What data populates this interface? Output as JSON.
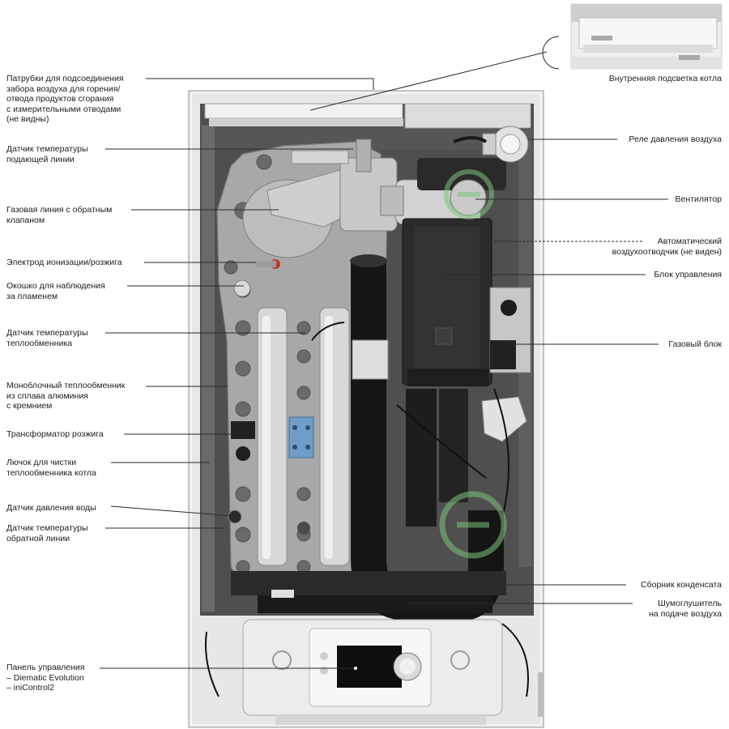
{
  "labels_left": [
    {
      "id": "air-supply-pipes",
      "text": "Патрубки для подсоединения\nзабора воздуха для горения/\nотвода продуктов сгорания\nс измерительными отводами\n(не видны)"
    },
    {
      "id": "flow-temp-sensor",
      "text": "Датчик температуры\nподающей линии"
    },
    {
      "id": "gas-line",
      "text": "Газовая линия с обратным\nклапаном"
    },
    {
      "id": "ignition-electrode",
      "text": "Электрод ионизации/розжига"
    },
    {
      "id": "flame-window",
      "text": "Окошко для наблюдения\nза пламенем"
    },
    {
      "id": "hx-temp-sensor",
      "text": "Датчик температуры\nтеплообменника"
    },
    {
      "id": "heat-exchanger",
      "text": "Моноблочный теплообменник\nиз сплава алюминия\nс кремнием"
    },
    {
      "id": "ignition-transformer",
      "text": "Трансформатор розжига"
    },
    {
      "id": "cleaning-hatch",
      "text": "Лючок для чистки\nтеплообменника котла"
    },
    {
      "id": "water-pressure-sensor",
      "text": "Датчик давления воды"
    },
    {
      "id": "return-temp-sensor",
      "text": "Датчик температуры\nобратной линии"
    },
    {
      "id": "control-panel",
      "text": "Панель управления\n– Diematic Evolution\n– iniControl2"
    }
  ],
  "labels_right": [
    {
      "id": "internal-light",
      "text": "Внутренняя подсветка котла"
    },
    {
      "id": "air-pressure-relay",
      "text": "Реле давления воздуха"
    },
    {
      "id": "fan",
      "text": "Вентилятор"
    },
    {
      "id": "air-vent",
      "text": "Автоматический\nвоздухоотводчик (не виден)"
    },
    {
      "id": "control-unit",
      "text": "Блок управления"
    },
    {
      "id": "gas-block",
      "text": "Газовый блок"
    },
    {
      "id": "condensate-collector",
      "text": "Сборник конденсата"
    },
    {
      "id": "air-silencer",
      "text": "Шумоглушитель\nна подаче воздуха"
    }
  ],
  "colors": {
    "casing": "#e6e6e6",
    "cavity": "#4d4d4d",
    "heat_exchanger": "#a9a9a9",
    "pipe": "#161616",
    "control_box": "#2a2a2a",
    "panel": "#ececec",
    "panel_screen": "#0e0e0e",
    "accent_blue": "#6f9fc9",
    "accent_red": "#c0392b",
    "watermark_green": "#7ec27e"
  }
}
